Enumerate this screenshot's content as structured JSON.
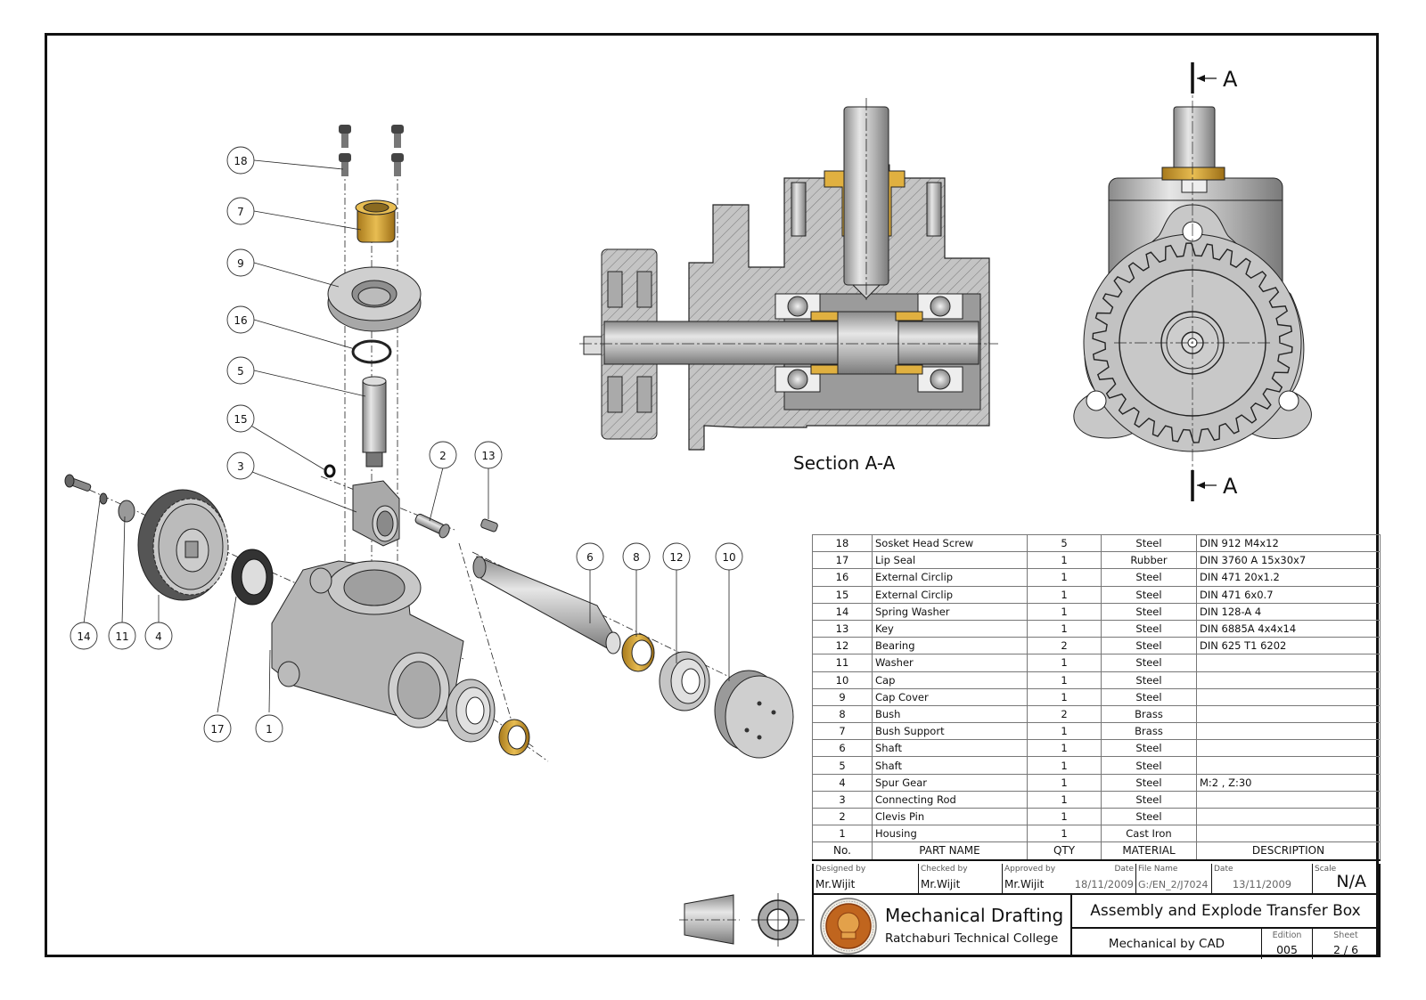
{
  "drawing": {
    "section_label": "Section A-A",
    "cut_plane_label": "A",
    "balloons": [
      "18",
      "7",
      "9",
      "16",
      "5",
      "15",
      "3",
      "2",
      "13",
      "14",
      "11",
      "4",
      "17",
      "1",
      "6",
      "8",
      "12",
      "10"
    ]
  },
  "bom": {
    "headers": {
      "no": "No.",
      "part_name": "PART NAME",
      "qty": "QTY",
      "material": "MATERIAL",
      "description": "DESCRIPTION"
    },
    "rows": [
      {
        "no": "18",
        "name": "Sosket Head Screw",
        "qty": "5",
        "material": "Steel",
        "description": "DIN 912 M4x12"
      },
      {
        "no": "17",
        "name": "Lip Seal",
        "qty": "1",
        "material": "Rubber",
        "description": "DIN 3760 A 15x30x7"
      },
      {
        "no": "16",
        "name": "External Circlip",
        "qty": "1",
        "material": "Steel",
        "description": "DIN 471 20x1.2"
      },
      {
        "no": "15",
        "name": "External Circlip",
        "qty": "1",
        "material": "Steel",
        "description": "DIN 471 6x0.7"
      },
      {
        "no": "14",
        "name": "Spring Washer",
        "qty": "1",
        "material": "Steel",
        "description": "DIN 128-A 4"
      },
      {
        "no": "13",
        "name": "Key",
        "qty": "1",
        "material": "Steel",
        "description": "DIN 6885A 4x4x14"
      },
      {
        "no": "12",
        "name": "Bearing",
        "qty": "2",
        "material": "Steel",
        "description": "DIN 625 T1 6202"
      },
      {
        "no": "11",
        "name": "Washer",
        "qty": "1",
        "material": "Steel",
        "description": ""
      },
      {
        "no": "10",
        "name": "Cap",
        "qty": "1",
        "material": "Steel",
        "description": ""
      },
      {
        "no": "9",
        "name": "Cap Cover",
        "qty": "1",
        "material": "Steel",
        "description": ""
      },
      {
        "no": "8",
        "name": "Bush",
        "qty": "2",
        "material": "Brass",
        "description": ""
      },
      {
        "no": "7",
        "name": "Bush Support",
        "qty": "1",
        "material": "Brass",
        "description": ""
      },
      {
        "no": "6",
        "name": "Shaft",
        "qty": "1",
        "material": "Steel",
        "description": ""
      },
      {
        "no": "5",
        "name": "Shaft",
        "qty": "1",
        "material": "Steel",
        "description": ""
      },
      {
        "no": "4",
        "name": "Spur Gear",
        "qty": "1",
        "material": "Steel",
        "description": "M:2  ,  Z:30"
      },
      {
        "no": "3",
        "name": "Connecting Rod",
        "qty": "1",
        "material": "Steel",
        "description": ""
      },
      {
        "no": "2",
        "name": "Clevis Pin",
        "qty": "1",
        "material": "Steel",
        "description": ""
      },
      {
        "no": "1",
        "name": "Housing",
        "qty": "1",
        "material": "Cast Iron",
        "description": ""
      }
    ]
  },
  "title_block": {
    "designed_by_label": "Designed by",
    "designed_by": "Mr.Wijit",
    "checked_by_label": "Checked by",
    "checked_by": "Mr.Wijit",
    "approved_by_label": "Approved by",
    "approved_by": "Mr.Wijit",
    "approved_date_label": "Date",
    "approved_date": "18/11/2009",
    "file_name_label": "File Name",
    "file_name": "G:/EN_2/J7024",
    "date_label": "Date",
    "date": "13/11/2009",
    "scale_label": "Scale",
    "scale": "N/A",
    "org_title": "Mechanical Drafting",
    "org_name": "Ratchaburi Technical College",
    "drawing_title": "Assembly and Explode Transfer Box",
    "subtitle": "Mechanical by CAD",
    "edition_label": "Edition",
    "edition": "005",
    "sheet_label": "Sheet",
    "sheet": "2 / 6"
  },
  "colors": {
    "steel": "#b8b8b8",
    "brass": "#d9a638",
    "line": "#111111",
    "logo": "#c0651e"
  }
}
